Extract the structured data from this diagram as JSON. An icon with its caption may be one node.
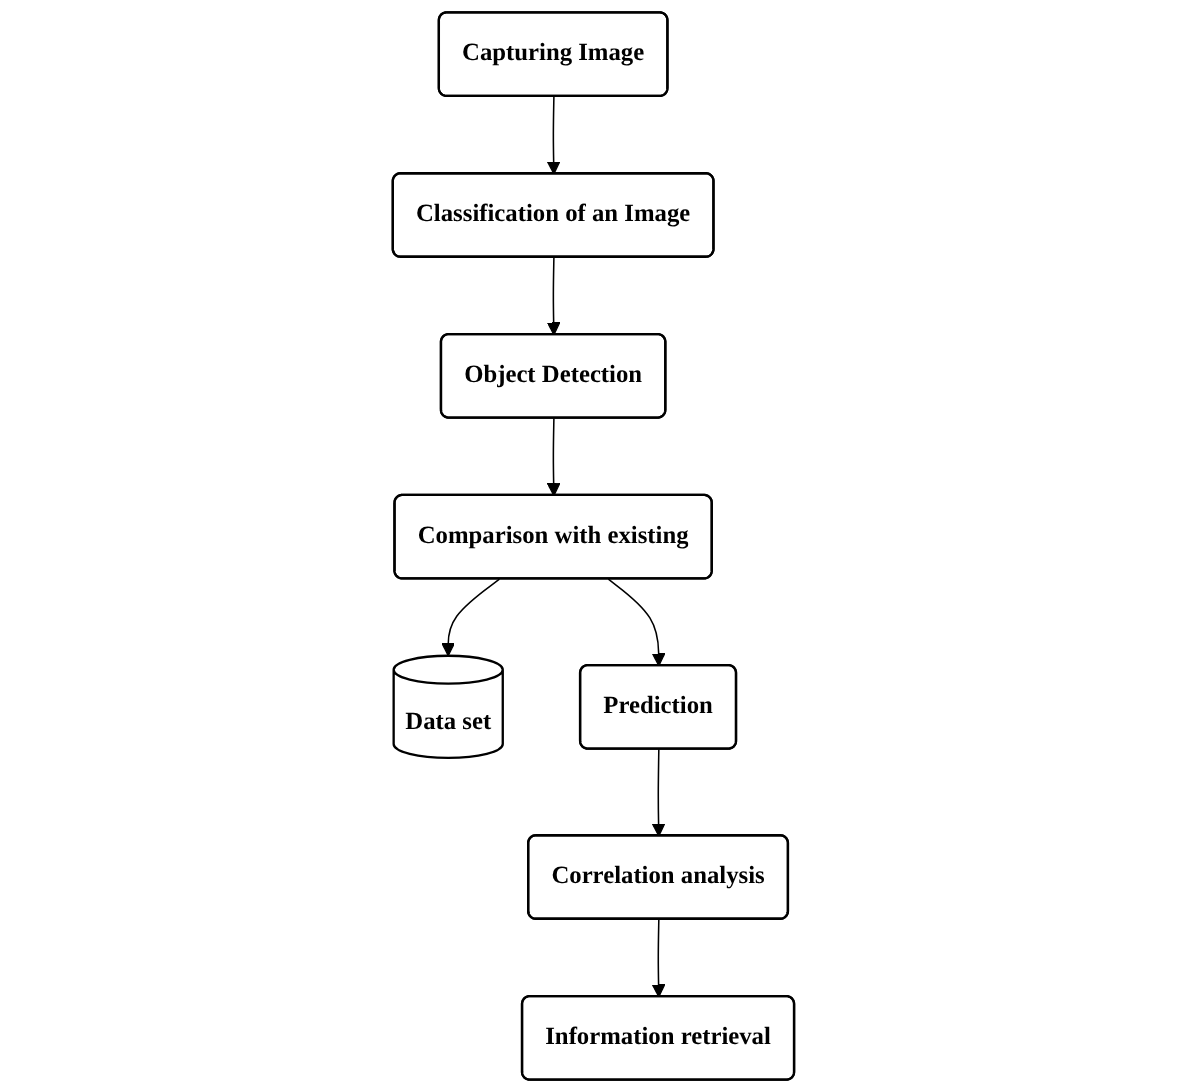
{
  "diagram": {
    "nodes": [
      {
        "text": [
          "Capturing Image"
        ]
      },
      {
        "text": [
          "Classification of an Image"
        ]
      },
      {
        "text": [
          "Object Detection"
        ]
      },
      {
        "text": [
          "Comparison with existing"
        ]
      },
      {
        "text": [
          "Data set"
        ]
      },
      {
        "text": [
          "Prediction"
        ]
      },
      {
        "text": [
          "Correlation analysis"
        ]
      },
      {
        "text": [
          "Information retrieval"
        ]
      }
    ],
    "edges": [
      {
        "from": 0,
        "to": 1,
        "arrow": "to"
      },
      {
        "from": 1,
        "to": 2,
        "arrow": "to"
      },
      {
        "from": 2,
        "to": 3,
        "arrow": "to"
      },
      {
        "from": 3,
        "to": 4,
        "arrow": "to"
      },
      {
        "from": 3,
        "to": 5,
        "arrow": "to"
      },
      {
        "from": 5,
        "to": 6,
        "arrow": "to"
      },
      {
        "from": 6,
        "to": 7,
        "arrow": "to"
      }
    ]
  }
}
